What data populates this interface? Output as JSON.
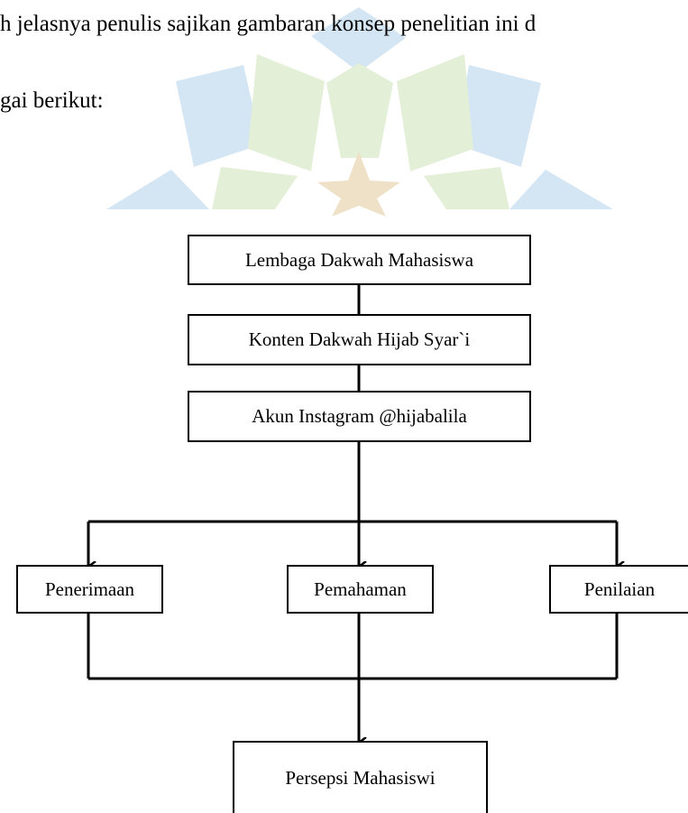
{
  "paragraph": {
    "line1": "h jelasnya penulis sajikan gambaran konsep penelitian ini d",
    "line2": "gai berikut:"
  },
  "diagram": {
    "nodes": {
      "lembaga": "Lembaga Dakwah Mahasiswa",
      "konten": "Konten Dakwah Hijab Syar`i",
      "akun": "Akun Instagram @hijabalila",
      "penerimaan": "Penerimaan",
      "pemahaman": "Pemahaman",
      "penilaian": "Penilaian",
      "persepsi": "Persepsi Mahasiswi"
    },
    "colors": {
      "line": "#000000",
      "watermark_blue": "#d4e6f4",
      "watermark_green": "#e3efd6",
      "watermark_tan": "#efe1c8"
    }
  }
}
